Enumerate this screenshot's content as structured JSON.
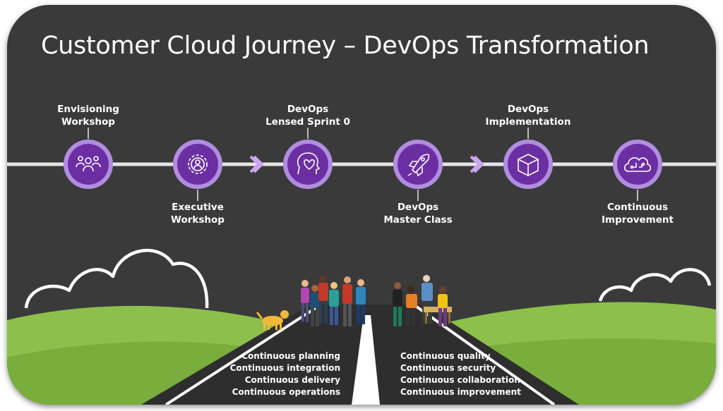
{
  "title": "Customer Cloud Journey – DevOps Transformation",
  "colors": {
    "background": "#3a3a3a",
    "timeline": "#e6e6e6",
    "milestone_ring": "#b18de0",
    "milestone_fill": "#6b2fa3",
    "chevron": "#c9a6ef",
    "hill": "#8cc04b",
    "road": "#2e2e2e"
  },
  "milestones": [
    {
      "line1": "Envisioning",
      "line2": "Workshop",
      "icon": "people-group-icon"
    },
    {
      "line1": "Executive",
      "line2": "Workshop",
      "icon": "person-gear-icon"
    },
    {
      "line1": "DevOps",
      "line2": "Lensed Sprint 0",
      "icon": "head-heart-icon"
    },
    {
      "line1": "DevOps",
      "line2": "Master Class",
      "icon": "rocket-icon"
    },
    {
      "line1": "DevOps",
      "line2": "Implementation",
      "icon": "box-icon"
    },
    {
      "line1": "Continuous",
      "line2": "Improvement",
      "icon": "cloud-circuit-icon"
    }
  ],
  "practices_left": [
    "Continuous planning",
    "Continuous integration",
    "Continuous delivery",
    "Continuous operations"
  ],
  "practices_right": [
    "Continuous quality",
    "Continuous security",
    "Continuous collaboration",
    "Continuous improvement"
  ]
}
